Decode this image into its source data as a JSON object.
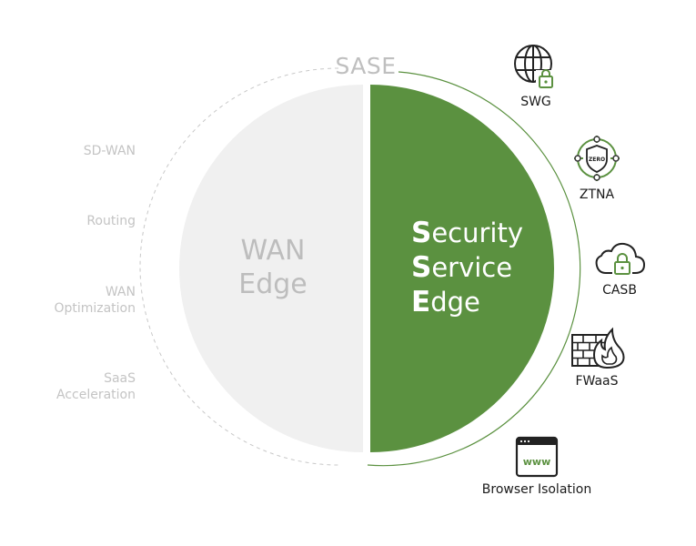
{
  "header": {
    "title": "SASE"
  },
  "wan_edge": {
    "title_lines": [
      "WAN",
      "Edge"
    ],
    "items": [
      {
        "lines": [
          "SD-WAN"
        ]
      },
      {
        "lines": [
          "Routing"
        ]
      },
      {
        "lines": [
          "WAN",
          "Optimization"
        ]
      },
      {
        "lines": [
          "SaaS",
          "Acceleration"
        ]
      }
    ]
  },
  "sse": {
    "title_lines": [
      {
        "cap": "S",
        "rest": "ecurity"
      },
      {
        "cap": "S",
        "rest": "ervice"
      },
      {
        "cap": "E",
        "rest": "dge"
      }
    ]
  },
  "services": [
    {
      "label": "SWG",
      "icon": "globe-lock-icon"
    },
    {
      "label": "ZTNA",
      "icon": "zero-trust-shield-icon",
      "icon_text": "ZERO"
    },
    {
      "label": "CASB",
      "icon": "cloud-lock-icon"
    },
    {
      "label": "FWaaS",
      "icon": "firewall-flame-icon"
    },
    {
      "label": "Browser Isolation",
      "icon": "browser-window-icon",
      "icon_text": "www"
    }
  ],
  "colors": {
    "sse_green": "#5b9140",
    "wan_gray": "#f0f0f0",
    "icon_dark": "#222222",
    "lock_green": "#5b9140"
  }
}
